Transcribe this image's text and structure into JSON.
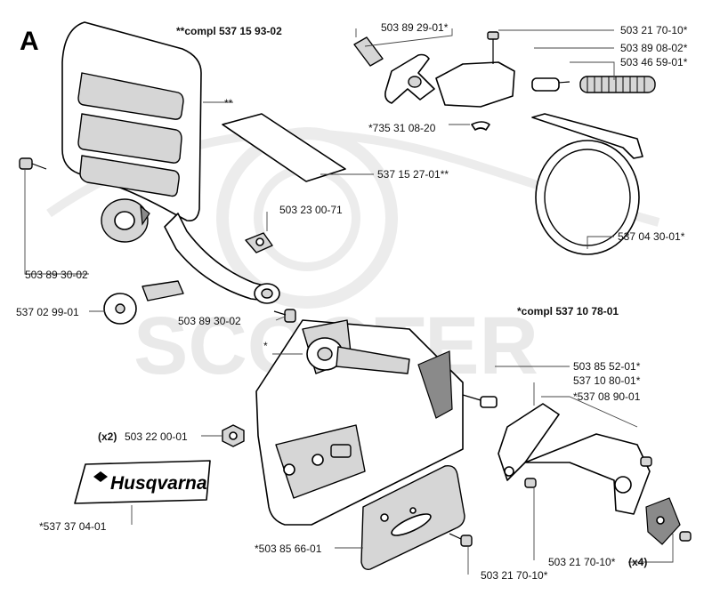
{
  "section_letter": "A",
  "watermark": "SCOOTER",
  "brand_decal": "Husqvarna",
  "labels": {
    "compl_537_15_93_02": "**compl 537 15 93-02",
    "dbl_star": "**",
    "p537_15_27_01": "537 15 27-01**",
    "p503_89_30_02_a": "503 89 30-02",
    "p537_02_99_01": "537 02 99-01",
    "p503_89_30_02_b": "503 89 30-02",
    "p503_23_00_71": "503 23 00-71",
    "p503_89_29_01": "503 89 29-01*",
    "p735_31_08_20": "*735 31 08-20",
    "p503_21_70_10_top": "503 21 70-10*",
    "p503_89_08_02": "503 89 08-02*",
    "p503_46_59_01": "503 46 59-01*",
    "p537_04_30_01": "537 04 30-01*",
    "compl_537_10_78_01": "*compl 537 10 78-01",
    "star": "*",
    "p503_85_52_01": "503 85 52-01*",
    "p537_10_80_01": "537 10 80-01*",
    "p537_08_90_01": "*537 08 90-01",
    "x2_qty": "(x2)",
    "p503_22_00_01": "503 22 00-01",
    "p537_37_04_01": "*537 37 04-01",
    "p503_85_66_01": "*503 85 66-01",
    "p503_21_70_10_x4": "503 21 70-10*",
    "x4_qty": "(x4)",
    "p503_21_70_10_bottom": "503 21 70-10*"
  }
}
